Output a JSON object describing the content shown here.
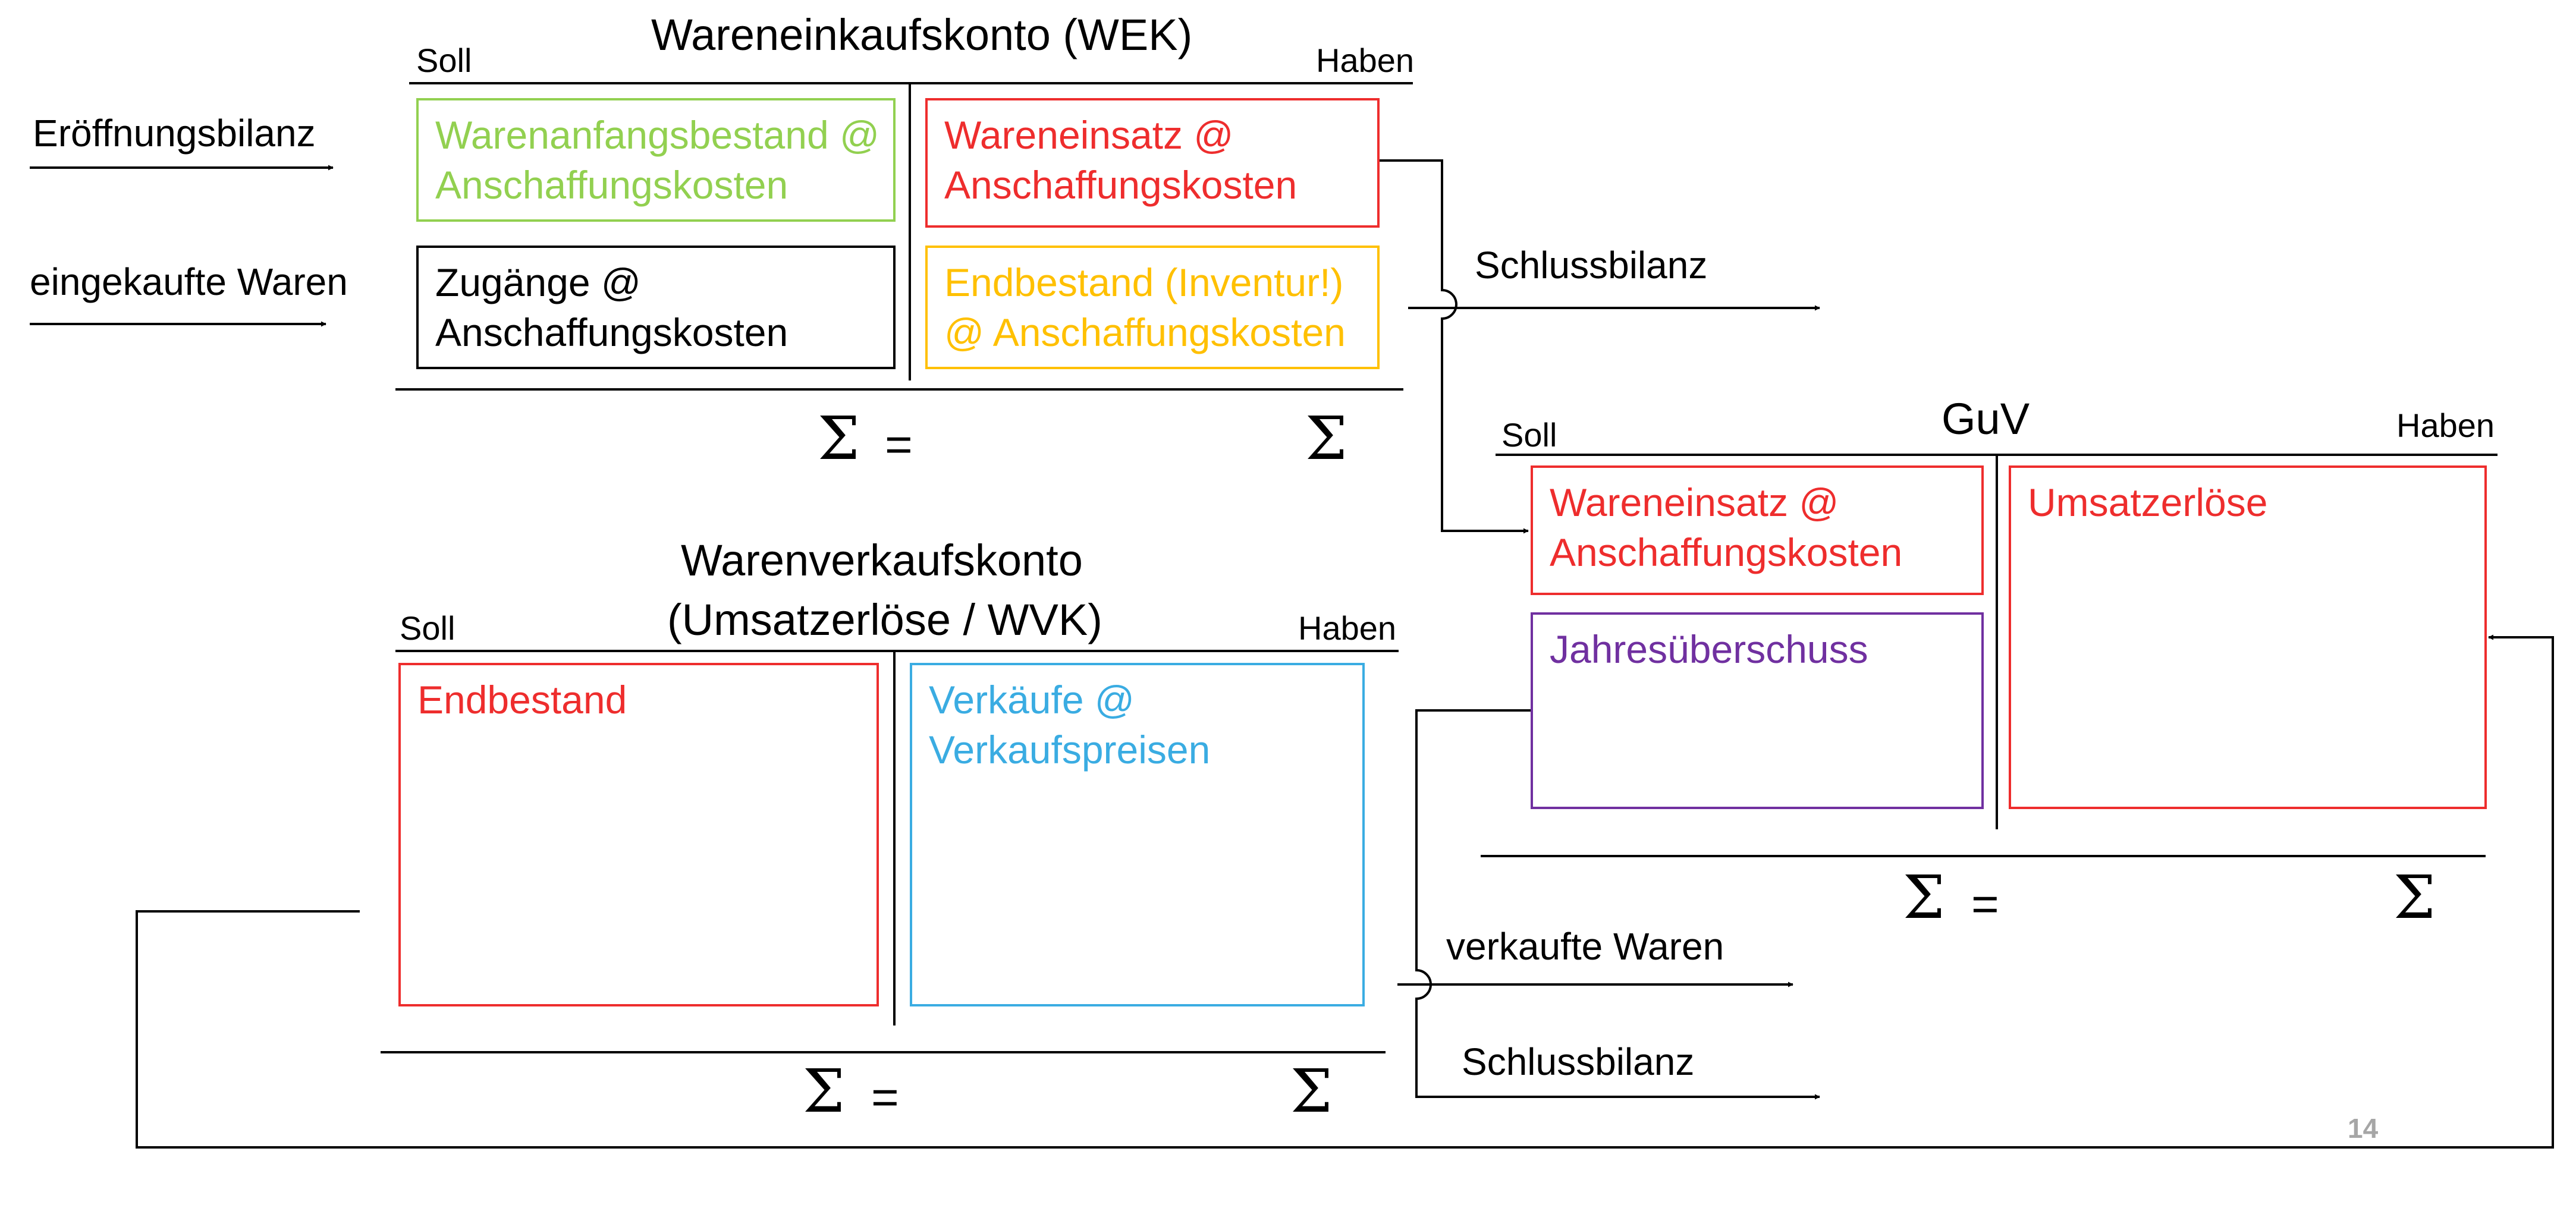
{
  "colors": {
    "green": "#92d050",
    "red": "#ee2d2d",
    "yellow": "#ffc000",
    "black": "#000000",
    "blue": "#3aace2",
    "purple": "#7030a0",
    "pagenum": "#a6a6a6"
  },
  "wek": {
    "title": "Wareneinkaufskonto (WEK)",
    "soll": "Soll",
    "haben": "Haben",
    "box_anfang": "Warenanfangsbestand @\nAnschaffungskosten",
    "box_einsatz": "Wareneinsatz @\nAnschaffungskosten",
    "box_zugaenge": "Zugänge @\nAnschaffungskosten",
    "box_endbestand": "Endbestand (Inventur!)\n@ Anschaffungskosten",
    "sum_left": "Σ",
    "sum_eq": "=",
    "sum_right": "Σ"
  },
  "wvk": {
    "title_line1": "Warenverkaufskonto",
    "title_line2": "(Umsatzerlöse / WVK)",
    "soll": "Soll",
    "haben": "Haben",
    "box_endbestand": "Endbestand",
    "box_verkaeufe": "Verkäufe @\nVerkaufspreisen",
    "sum_left": "Σ",
    "sum_eq": "=",
    "sum_right": "Σ"
  },
  "guv": {
    "title": "GuV",
    "soll": "Soll",
    "haben": "Haben",
    "box_einsatz": "Wareneinsatz @\nAnschaffungskosten",
    "box_umsatz": "Umsatzerlöse",
    "box_ueberschuss": "Jahresüberschuss",
    "sum_left": "Σ",
    "sum_eq": "=",
    "sum_right": "Σ"
  },
  "flows": {
    "eroeffnung": "Eröffnungsbilanz",
    "eingekauft": "eingekaufte Waren",
    "schluss_wek": "Schlussbilanz",
    "verkauft": "verkaufte Waren",
    "schluss_wvk": "Schlussbilanz"
  },
  "page_number": "14"
}
